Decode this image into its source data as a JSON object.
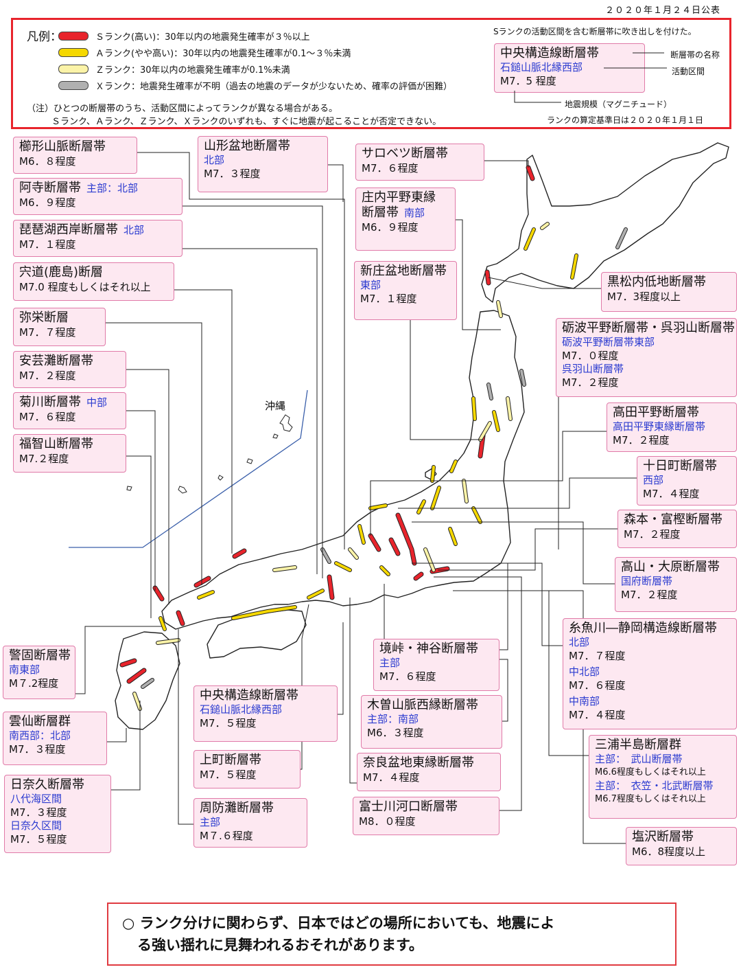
{
  "published": "２０２０年１月２４日公表",
  "legend": {
    "title": "凡例：",
    "rows": [
      {
        "color": "#e8242c",
        "text": "Ｓランク(高い)：30年以内の地震発生確率が３％以上"
      },
      {
        "color": "#f5d800",
        "text": "Ａランク(やや高い)：30年以内の地震発生確率が0.1～３％未満"
      },
      {
        "color": "#fbf3a8",
        "text": "Ｚランク：30年以内の地震発生確率が0.1%未満"
      },
      {
        "color": "#b0b0b0",
        "text": "Ｘランク：地震発生確率が不明（過去の地震のデータが少ないため、確率の評価が困難）"
      }
    ],
    "note1": "（注）ひとつの断層帯のうち、活動区間によってランクが異なる場合がある。",
    "note2": "Ｓランク、Ａランク、Ｚランク、Ｘランクのいずれも、すぐに地震が起こることが否定できない。",
    "callout_caption": "Sランクの活動区間を含む断層帯に吹き出しを付けた。",
    "example": {
      "name": "中央構造線断層帯",
      "section": "石鎚山脈北縁西部",
      "magnitude": "M7．5 程度"
    },
    "label_name": "断層帯の名称",
    "label_section": "活動区間",
    "label_magnitude": "地震規模（マグニチュード）",
    "base_date": "ランクの算定基準日は２０２０年１月１日"
  },
  "okinawa_label": "沖縄",
  "faults": [
    {
      "name": "櫛形山脈断層帯",
      "magnitude": "M6．８程度"
    },
    {
      "name": "山形盆地断層帯",
      "section": "北部",
      "magnitude": "M7．３程度"
    },
    {
      "name": "サロベツ断層帯",
      "magnitude": "M7．６程度"
    },
    {
      "name": "阿寺断層帯",
      "inline": "主部：北部",
      "magnitude": "M6．９程度"
    },
    {
      "name": "庄内平野東縁",
      "name2": "断層帯",
      "inline": "南部",
      "magnitude": "M6．９程度"
    },
    {
      "name": "琵琶湖西岸断層帯",
      "inline": "北部",
      "magnitude": "M7．１程度"
    },
    {
      "name": "宍道(鹿島)断層",
      "magnitude": "M7.0 程度もしくはそれ以上"
    },
    {
      "name": "新庄盆地断層帯",
      "section": "東部",
      "magnitude": "M7．１程度"
    },
    {
      "name": "黒松内低地断層帯",
      "magnitude": "M7．3程度以上"
    },
    {
      "name": "弥栄断層",
      "magnitude": "M7．７程度"
    },
    {
      "name": "砺波平野断層帯・呉羽山断層帯",
      "section": "砺波平野断層帯東部",
      "magnitude": "M7．０程度",
      "section2": "呉羽山断層帯",
      "magnitude2": "M7．２程度"
    },
    {
      "name": "安芸灘断層帯",
      "magnitude": "M7．２程度"
    },
    {
      "name": "菊川断層帯",
      "inline": "中部",
      "magnitude": "M7．６程度"
    },
    {
      "name": "高田平野断層帯",
      "section": "高田平野東縁断層帯",
      "magnitude": "M7．２程度"
    },
    {
      "name": "福智山断層帯",
      "magnitude": "M7.２程度"
    },
    {
      "name": "十日町断層帯",
      "section": "西部",
      "magnitude": "M7．４程度"
    },
    {
      "name": "森本・富樫断層帯",
      "magnitude": "M7．２程度"
    },
    {
      "name": "高山・大原断層帯",
      "section": "国府断層帯",
      "magnitude": "M7．２程度"
    },
    {
      "name": "糸魚川―静岡構造線断層帯",
      "section": "北部",
      "magnitude": "M7．７程度",
      "section2": "中北部",
      "magnitude2": "M7．６程度",
      "section3": "中南部",
      "magnitude3": "M7．４程度"
    },
    {
      "name": "警固断層帯",
      "section": "南東部",
      "magnitude": "M７.2程度"
    },
    {
      "name": "境峠・神谷断層帯",
      "section": "主部",
      "magnitude": "M7．６程度"
    },
    {
      "name": "中央構造線断層帯",
      "section": "石鎚山脈北縁西部",
      "magnitude": "M7．５程度"
    },
    {
      "name": "木曽山脈西縁断層帯",
      "section": "主部：南部",
      "magnitude": "M6．３程度"
    },
    {
      "name": "雲仙断層群",
      "section": "南西部：北部",
      "magnitude": "M7．３程度"
    },
    {
      "name": "三浦半島断層群",
      "section": "主部：　武山断層帯",
      "magnitude": "M6.6程度もしくはそれ以上",
      "section2": "主部：　衣笠・北武断層帯",
      "magnitude2": "M6.7程度もしくはそれ以上"
    },
    {
      "name": "上町断層帯",
      "magnitude": "M7．５程度"
    },
    {
      "name": "奈良盆地東縁断層帯",
      "magnitude": "M7．４程度"
    },
    {
      "name": "日奈久断層帯",
      "section": "八代海区間",
      "magnitude": "M7．３程度",
      "section2": "日奈久区間",
      "magnitude2": "M7．５程度"
    },
    {
      "name": "周防灘断層帯",
      "section": "主部",
      "magnitude": "M７.６程度"
    },
    {
      "name": "富士川河口断層帯",
      "magnitude": "M8．０程度"
    },
    {
      "name": "塩沢断層帯",
      "magnitude": "M6．8程度以上"
    }
  ],
  "bottom_note": {
    "line1": "○ ランク分けに関わらず、日本ではどの場所においても、地震によ",
    "line2": "る強い揺れに見舞われるおそれがあります。"
  }
}
